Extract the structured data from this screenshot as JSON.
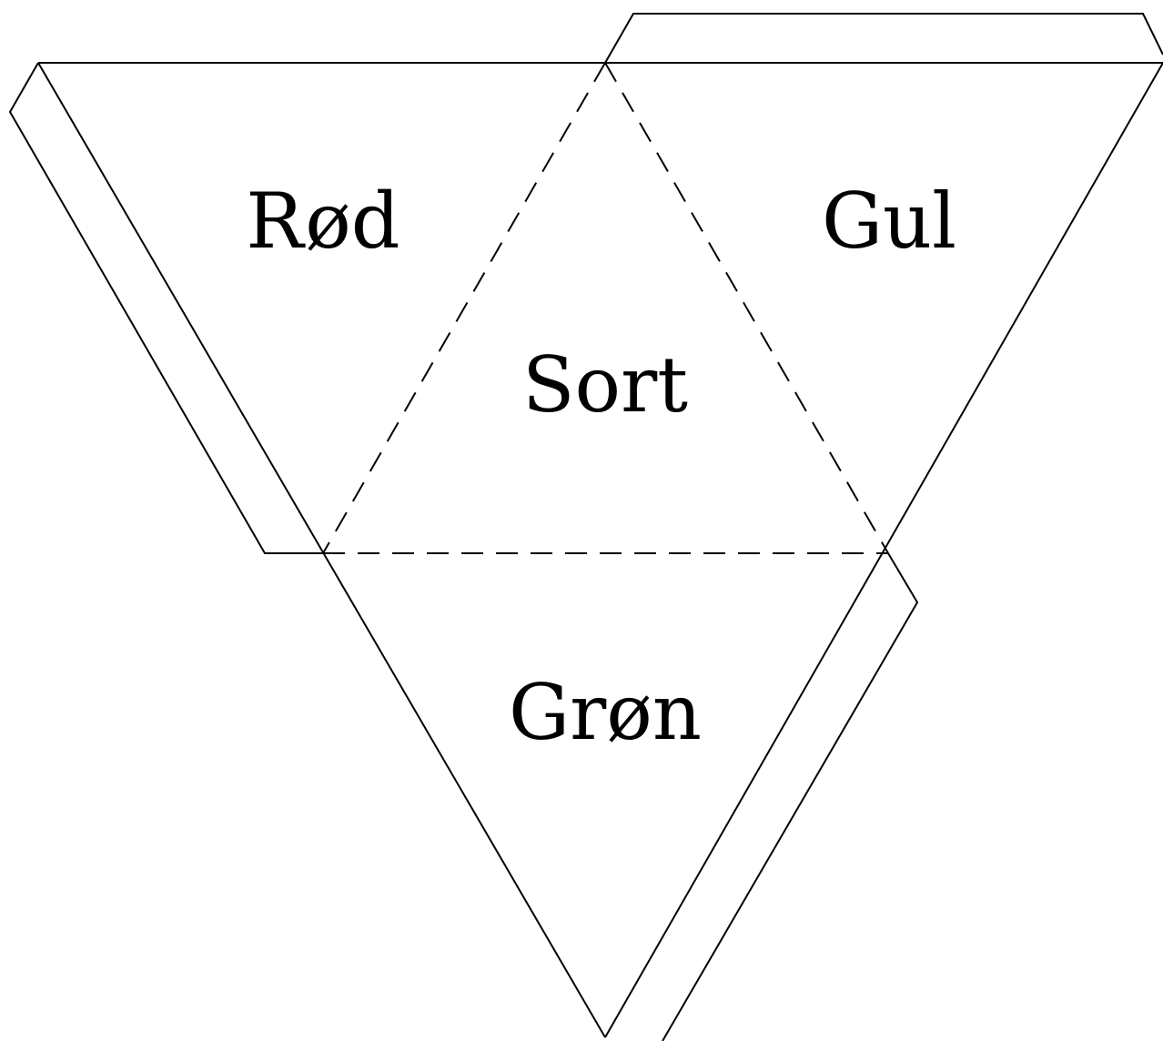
{
  "faces": {
    "top_left": "Rød",
    "top_right": "Gul",
    "center": "Sort",
    "bottom": "Grøn"
  },
  "colors": {
    "line": "#000000",
    "background": "#ffffff"
  }
}
